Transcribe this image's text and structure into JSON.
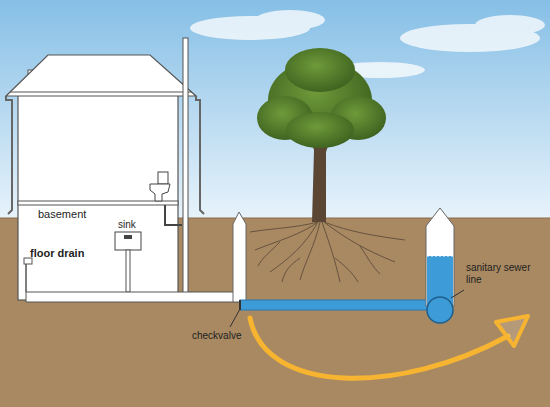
{
  "diagram": {
    "labels": [
      "basement",
      "sink",
      "floor drain",
      "checkvalve",
      "sanitary sewer line"
    ]
  }
}
